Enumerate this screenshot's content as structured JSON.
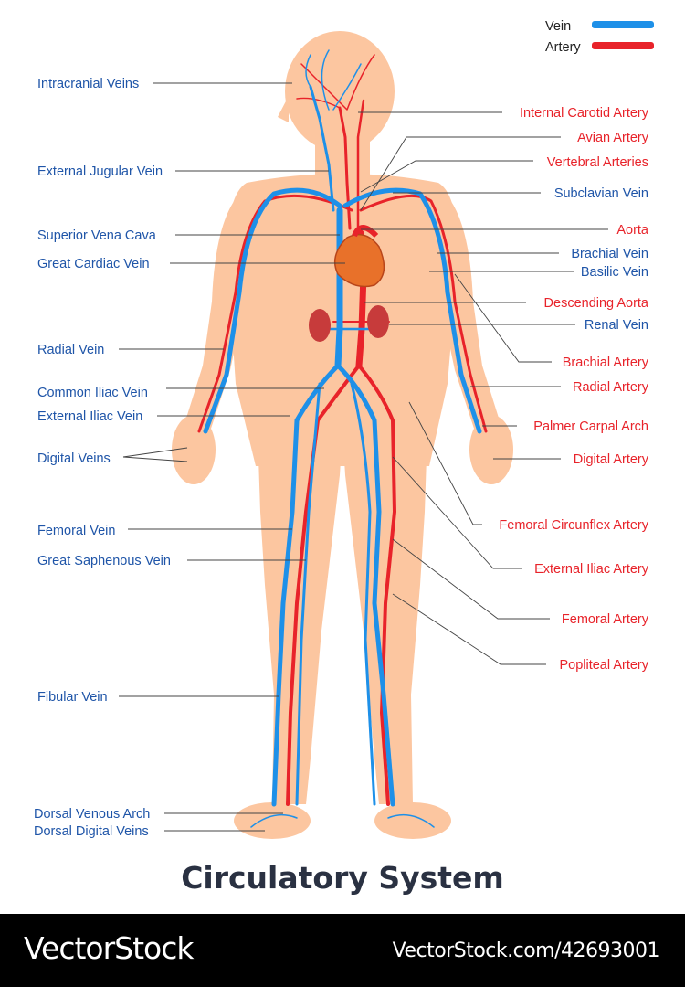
{
  "title": "Circulatory System",
  "legend": [
    {
      "label": "Vein",
      "color": "#1e90e8"
    },
    {
      "label": "Artery",
      "color": "#e8232a"
    }
  ],
  "colors": {
    "vein": "#1e90e8",
    "artery": "#e8232a",
    "skin": "#fcc6a0",
    "vein_text": "#1f55a8",
    "artery_text": "#e8232a"
  },
  "left_labels": [
    "Intracranial Veins",
    "External Jugular Vein",
    "Superior Vena Cava",
    "Great Cardiac Vein",
    "Radial Vein",
    "Common Iliac Vein",
    "External Iliac Vein",
    "Digital Veins",
    "Femoral Vein",
    "Great Saphenous Vein",
    "Fibular Vein",
    "Dorsal Venous Arch",
    "Dorsal Digital Veins"
  ],
  "right_labels": [
    "Internal Carotid Artery",
    "Avian Artery",
    "Vertebral Arteries",
    "Subclavian Vein",
    "Aorta",
    "Brachial Vein",
    "Basilic Vein",
    "Descending Aorta",
    "Renal Vein",
    "Brachial Artery",
    "Radial Artery",
    "Palmer Carpal Arch",
    "Digital Artery",
    "Femoral Circunflex Artery",
    "External Iliac Artery",
    "Femoral Artery",
    "Popliteal Artery"
  ],
  "footer": {
    "brand": "VectorStock",
    "id": "VectorStock.com/42693001"
  }
}
